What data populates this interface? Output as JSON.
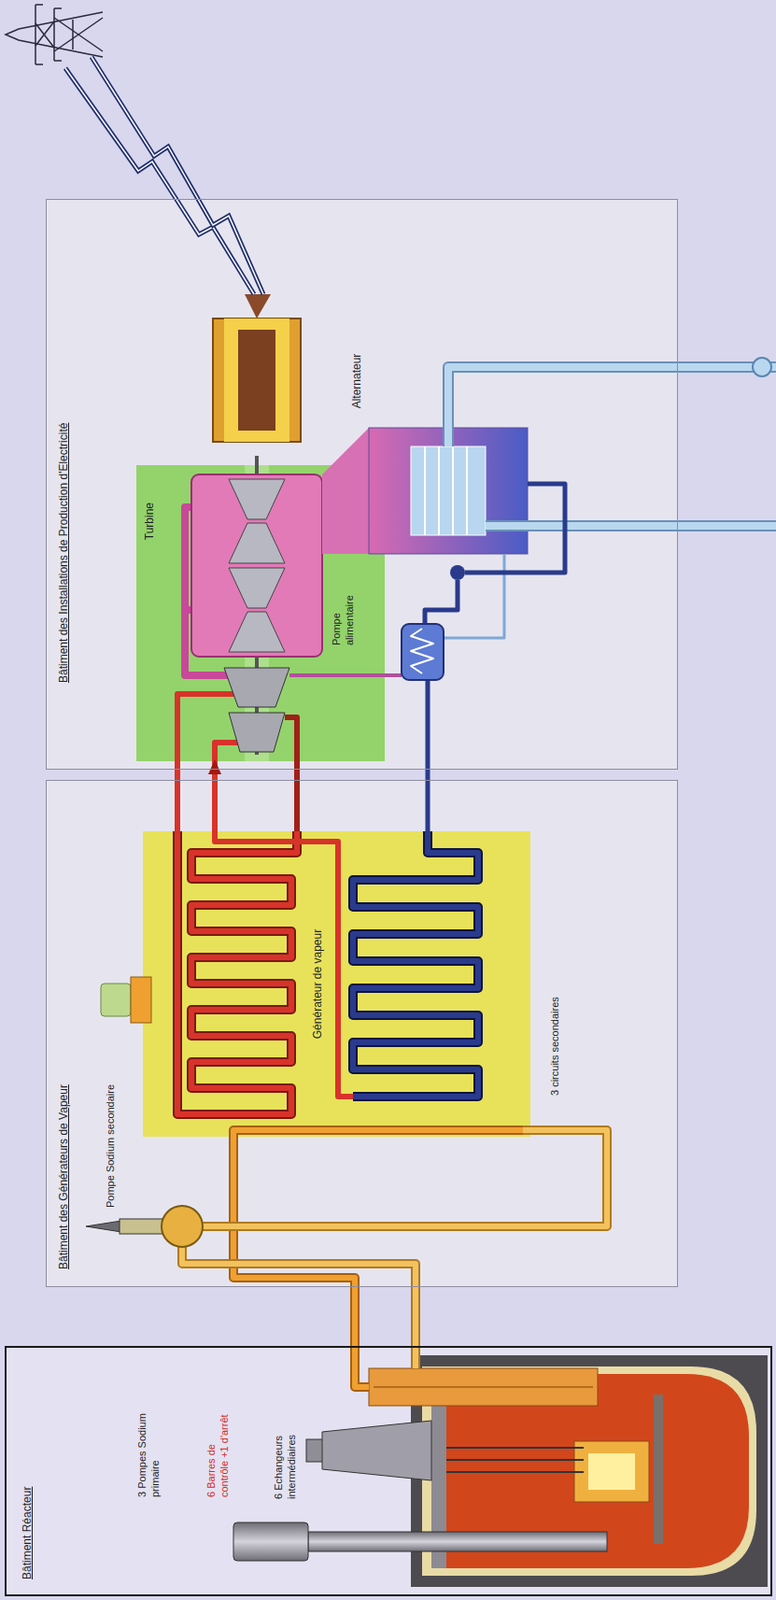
{
  "diagram": {
    "nodes": [
      {
        "text": [
          "Bâtiment Réacteur"
        ]
      },
      {
        "text": [
          "Bâtiment des Générateurs de Vapeur"
        ]
      },
      {
        "text": [
          "Générateur de vapeur"
        ],
        "in": 1
      },
      {
        "text": [
          "Bâtiment des Installations de Production d'Electricité"
        ]
      },
      {
        "text": [
          "Turbine"
        ],
        "in": 3
      },
      {
        "text": [
          "Alternateur"
        ],
        "in": 3
      }
    ],
    "edges": [
      {
        "from": 2,
        "to": 4,
        "arrow": "to"
      },
      {
        "from": 4,
        "to": 5,
        "arrow": "none"
      }
    ],
    "labels": [
      "3 Pompes Sodium primaire",
      "6 Barres de contrôle +1 d'arrêt",
      "6 Echangeurs intermédiaires",
      "Pompe Sodium secondaire",
      "3 circuits secondaires",
      "Pompe alimentaire"
    ]
  }
}
